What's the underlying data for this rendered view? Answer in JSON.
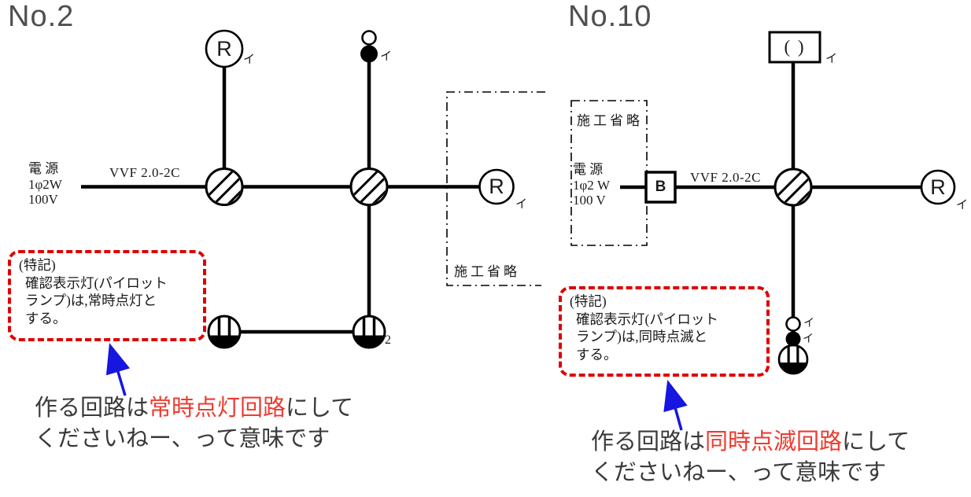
{
  "colors": {
    "wire": "#000000",
    "note_border_red": "#dd0000",
    "highlight_red": "#ee3b30",
    "arrow_blue": "#1616e0",
    "title_gray": "#4f4f4f"
  },
  "no2": {
    "title": "No.2",
    "source": {
      "line1": "電 源",
      "line2": "1φ2W",
      "line3": "100V"
    },
    "cable_label": "VVF 2.0-2C",
    "lamp_top": {
      "symbol": "R",
      "sub": "イ"
    },
    "lamp_right": {
      "symbol": "R",
      "sub": "イ"
    },
    "switch_label": "イ",
    "outlet_sub": "2",
    "omission_label": "施工省略",
    "note": {
      "line1": "(特記)",
      "line2": "確認表示灯(パイロット",
      "line3": "ランプ)は,常時点灯と",
      "line4": "する。"
    },
    "caption": {
      "pre": "作る回路は",
      "highlight": "常時点灯回路",
      "post": "にして",
      "line2": "くださいねー、って意味です"
    }
  },
  "no10": {
    "title": "No.10",
    "omission_label": "施工省略",
    "source": {
      "line1": "電 源",
      "line2": "1φ2 W",
      "line3": "100 V"
    },
    "breaker_label": "B",
    "cable_label": "VVF 2.0-2C",
    "rosette": {
      "symbol": "( )",
      "sub": "イ"
    },
    "lamp_right": {
      "symbol": "R",
      "sub": "イ"
    },
    "pilot_label": "イ",
    "switch_label": "イ",
    "note": {
      "line1": "(特記)",
      "line2": "確認表示灯(パイロット",
      "line3": "ランプ)は,同時点滅と",
      "line4": "する。"
    },
    "caption": {
      "pre": "作る回路は",
      "highlight": "同時点滅回路",
      "post": "にして",
      "line2": "くださいねー、って意味です"
    }
  }
}
